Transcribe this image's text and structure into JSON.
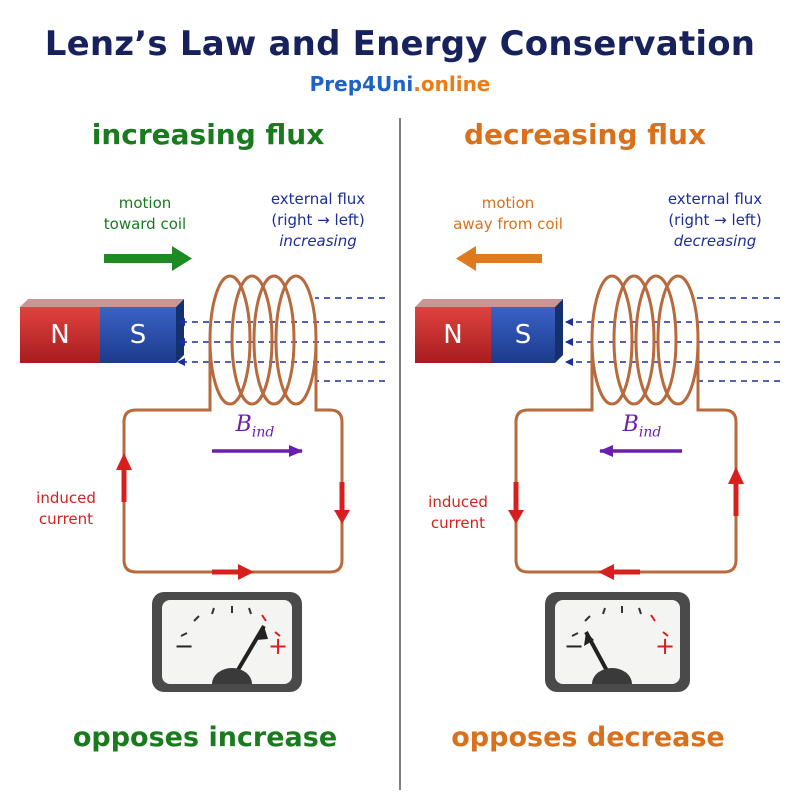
{
  "title": "Lenz’s Law and Energy Conservation",
  "brand": {
    "name": "Prep4Uni",
    "suffix": ".online"
  },
  "colors": {
    "title": "#17215c",
    "increase": "#1a7a1e",
    "decrease": "#d9711c",
    "flux": "#1c2e9a",
    "current": "#d6201e",
    "field": "#6a1fb0",
    "wire": "#b86a3c",
    "magnet_north": "#c8282a",
    "magnet_south": "#2449a8"
  },
  "panels": [
    {
      "heading": "increasing flux",
      "motion_line1": "motion",
      "motion_line2": "toward coil",
      "flux_line1": "external flux",
      "flux_line2": "(right → left)",
      "flux_line3": "increasing",
      "magnet_n": "N",
      "magnet_s": "S",
      "field_symbol": "B",
      "field_subscript": "ind",
      "current_line1": "induced",
      "current_line2": "current",
      "meter_minus": "−",
      "meter_plus": "+",
      "meter_deflection": "positive",
      "footer": "opposes increase"
    },
    {
      "heading": "decreasing flux",
      "motion_line1": "motion",
      "motion_line2": "away from coil",
      "flux_line1": "external flux",
      "flux_line2": "(right → left)",
      "flux_line3": "decreasing",
      "magnet_n": "N",
      "magnet_s": "S",
      "field_symbol": "B",
      "field_subscript": "ind",
      "current_line1": "induced",
      "current_line2": "current",
      "meter_minus": "−",
      "meter_plus": "+",
      "meter_deflection": "negative",
      "footer": "opposes decrease"
    }
  ]
}
